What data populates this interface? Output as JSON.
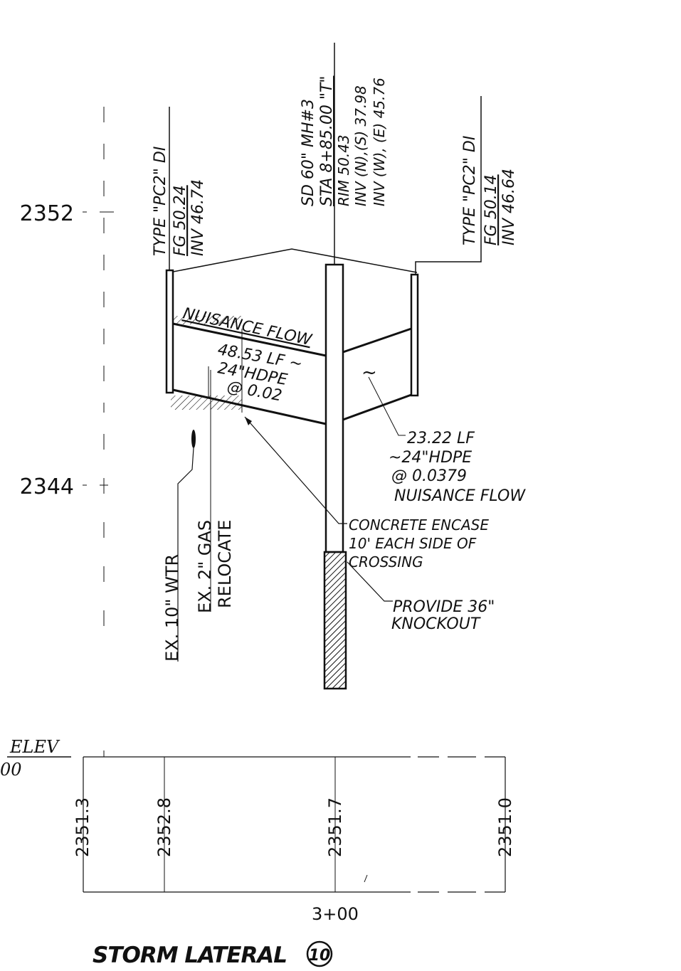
{
  "elevations": {
    "upper": "2352",
    "lower": "2344"
  },
  "left_inlet": {
    "type": "TYPE \"PC2\" DI",
    "fg": "FG 50.24",
    "inv": "INV 46.74"
  },
  "manhole": {
    "line1": "SD 60\" MH#3",
    "line2": "STA 8+85.00 \"T\"",
    "line3": "RIM 50.43",
    "line4": "INV (N),(S) 37.98",
    "line5": "INV (W), (E) 45.76"
  },
  "right_inlet": {
    "type": "TYPE \"PC2\" DI",
    "fg": "FG 50.14",
    "inv": "INV 46.64"
  },
  "left_pipe": {
    "flow": "NUISANCE FLOW",
    "length": "48.53 LF ~",
    "material": "24\"HDPE",
    "slope": "@ 0.02"
  },
  "right_pipe": {
    "tilde": "~",
    "length": "23.22 LF",
    "material": "~24\"HDPE",
    "slope": "@ 0.0379",
    "flow": "NUISANCE FLOW"
  },
  "utilities": {
    "water": "EX. 10\" WTR",
    "gas": "EX. 2\" GAS",
    "relocate": "RELOCATE"
  },
  "notes": {
    "encase1": "CONCRETE ENCASE",
    "encase2": "10' EACH SIDE OF",
    "encase3": "CROSSING",
    "knockout1": "PROVIDE 36\"",
    "knockout2": "KNOCKOUT"
  },
  "table": {
    "header": "ELEV",
    "subheader": "00",
    "values": [
      "2351.3",
      "2352.8",
      "2351.7",
      "2351.0"
    ],
    "station": "3+00"
  },
  "title": "STORM LATERAL",
  "title_number": "10"
}
